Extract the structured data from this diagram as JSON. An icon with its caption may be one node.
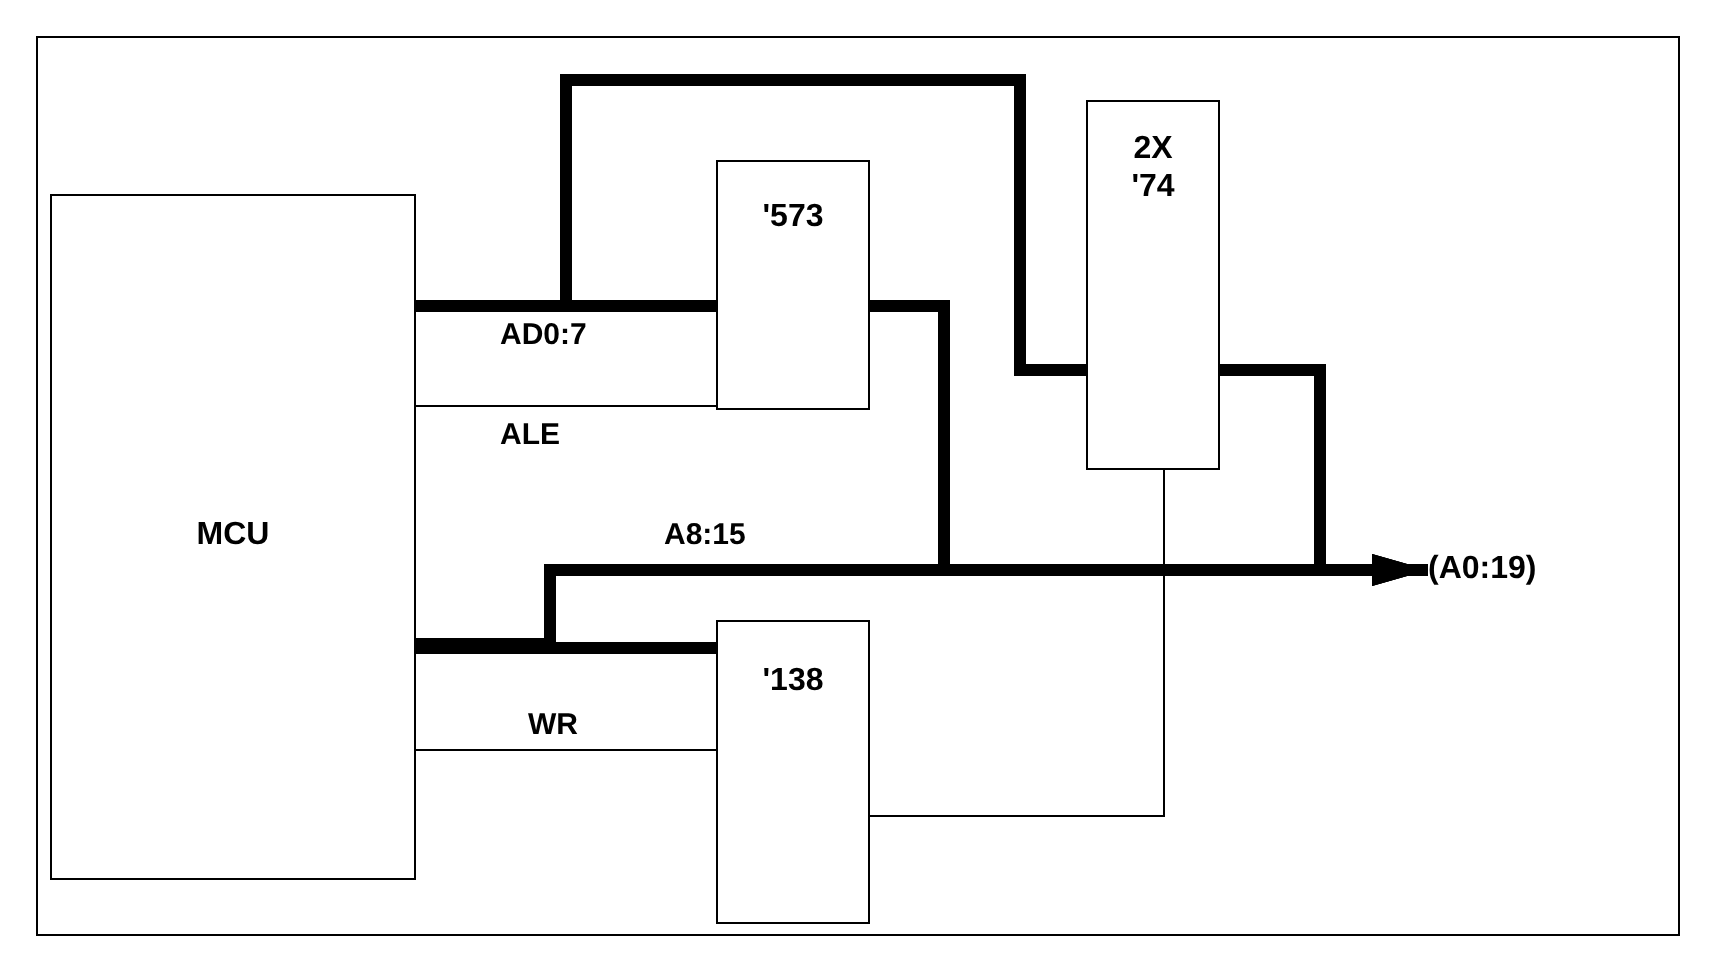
{
  "diagram": {
    "nodes": [
      {
        "text": [
          "MCU"
        ]
      },
      {
        "text": [
          "'573"
        ]
      },
      {
        "text": [
          "2X '74"
        ]
      },
      {
        "text": [
          "'138"
        ]
      },
      {
        "text": [
          "(A0:19)"
        ]
      }
    ],
    "edges": [
      {
        "from": 0,
        "to": 1,
        "arrow": "none",
        "label": "AD0:7"
      },
      {
        "from": 0,
        "to": 1,
        "arrow": "none",
        "label": "ALE"
      },
      {
        "from": 0,
        "to": 2,
        "arrow": "none"
      },
      {
        "from": 1,
        "to": 4,
        "arrow": "to"
      },
      {
        "from": 2,
        "to": 4,
        "arrow": "to"
      },
      {
        "from": 0,
        "to": 4,
        "arrow": "to",
        "label": "A8:15"
      },
      {
        "from": 0,
        "to": 3,
        "arrow": "none"
      },
      {
        "from": 0,
        "to": 3,
        "arrow": "none",
        "label": "WR"
      },
      {
        "from": 3,
        "to": 2,
        "arrow": "none"
      }
    ]
  }
}
